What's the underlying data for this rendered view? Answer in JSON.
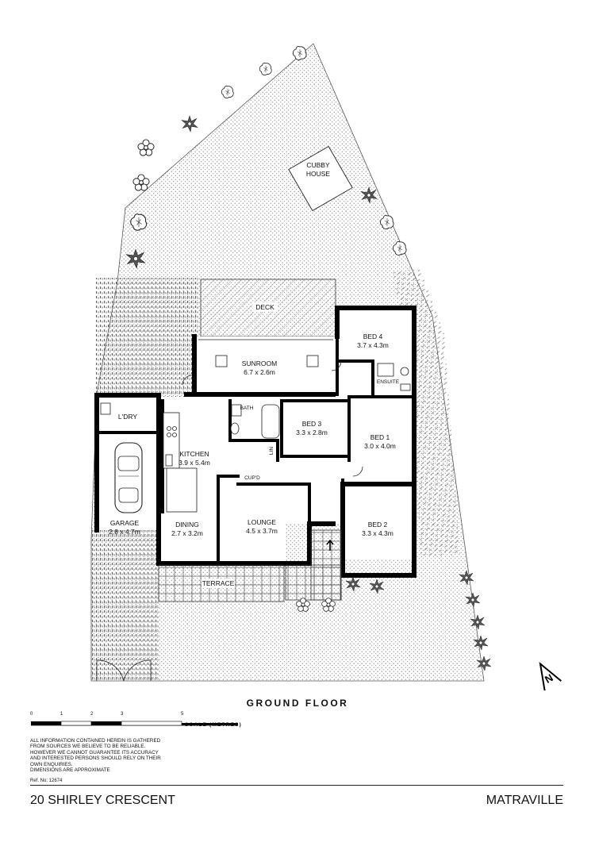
{
  "rooms": {
    "cubby_house": [
      "CUBBY",
      "HOUSE"
    ],
    "deck": "DECK",
    "sunroom": {
      "name": "SUNROOM",
      "dims": "6.7 x 2.6m"
    },
    "bed4": {
      "name": "BED 4",
      "dims": "3.7 x 4.3m"
    },
    "ensuite": "ENSUITE",
    "ldry": "L'DRY",
    "bath": "BATH",
    "kitchen": {
      "name": "KITCHEN",
      "dims": "3.9 x 5.4m"
    },
    "bed3": {
      "name": "BED 3",
      "dims": "3.3 x 2.8m"
    },
    "bed1": {
      "name": "BED 1",
      "dims": "3.0 x 4.0m"
    },
    "lin": "LIN",
    "cupd": "CUP'D",
    "garage": {
      "name": "GARAGE",
      "dims": "2.8 x 4.7m"
    },
    "dining": {
      "name": "DINING",
      "dims": "2.7 x 3.2m"
    },
    "lounge": {
      "name": "LOUNGE",
      "dims": "4.5 x 3.7m"
    },
    "bed2": {
      "name": "BED 2",
      "dims": "3.3 x 4.3m"
    },
    "terrace": "TERRACE"
  },
  "compass": {
    "label": "N",
    "icon": "north-arrow-icon"
  },
  "floor_title": "GROUND FLOOR",
  "scale": {
    "ticks": [
      "0",
      "1",
      "2",
      "3",
      "5"
    ],
    "label": "SCALE (METRES)"
  },
  "disclaimer": [
    "ALL INFORMATION CONTAINED HEREIN IS GATHERED",
    "FROM SOURCES WE BELIEVE TO BE RELIABLE.",
    "HOWEVER WE CANNOT GUARANTEE ITS ACCURACY",
    "AND INTERESTED PERSONS SHOULD RELY ON THEIR",
    "OWN ENQUIRIES.",
    "DIMENSIONS ARE APPROXIMATE"
  ],
  "ref_no": "Ref. No: 12674",
  "address": "20 SHIRLEY CRESCENT",
  "suburb": "MATRAVILLE"
}
